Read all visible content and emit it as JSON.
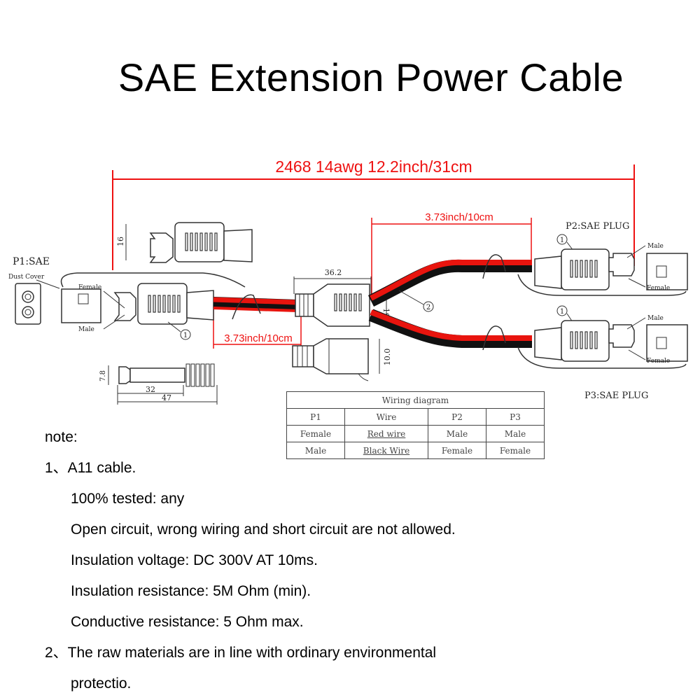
{
  "title": "SAE Extension Power Cable",
  "dimensions": {
    "overall": "2468 14awg   12.2inch/31cm",
    "branch_length": "3.73inch/10cm",
    "lead_length": "3.73inch/10cm",
    "plug_height": "16",
    "splitter_length": "36.2",
    "splitter_height": "19",
    "sleeve_height": "10.0",
    "pin_height": "7.8",
    "pin_length": "32",
    "pin_total": "47"
  },
  "labels": {
    "p1": "P1:SAE",
    "dust_cover": "Dust Cover",
    "p2": "P2:SAE PLUG",
    "p3": "P3:SAE PLUG",
    "female": "Female",
    "male": "Male",
    "callout_1": "1",
    "callout_2": "2"
  },
  "wiring_table": {
    "title": "Wiring diagram",
    "headers": [
      "P1",
      "Wire",
      "P2",
      "P3"
    ],
    "rows": [
      [
        "Female",
        "Red wire",
        "Male",
        "Male"
      ],
      [
        "Male",
        "Black Wire",
        "Female",
        "Female"
      ]
    ]
  },
  "notes": {
    "heading": "note:",
    "item1": "1、A11 cable.",
    "item1_lines": [
      "100% tested: any",
      "Open circuit, wrong wiring and short circuit are not allowed.",
      "Insulation voltage: DC 300V AT 10ms.",
      "Insulation resistance: 5M Ohm (min).",
      "Conductive resistance: 5 Ohm max."
    ],
    "item2": "2、The raw materials are in line with ordinary environmental",
    "item2_cont": "protectio."
  },
  "colors": {
    "red_wire": "#e8140e",
    "black_wire": "#111111",
    "dimension_red": "#e11111",
    "line": "#333333"
  }
}
